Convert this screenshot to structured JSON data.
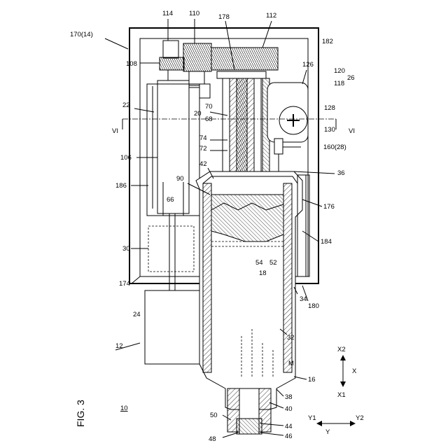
{
  "figure": {
    "title": "FIG. 3",
    "main_label": "10"
  },
  "labels": {
    "l170": "170(14)",
    "l114": "114",
    "l110": "110",
    "l178": "178",
    "l112": "112",
    "l182": "182",
    "l108": "108",
    "l126": "126",
    "l120": "120",
    "l118": "118",
    "l26": "26",
    "l22": "22",
    "l20": "20",
    "l68": "68",
    "l70": "70",
    "l128": "128",
    "lVI_left": "VI",
    "lVI_right": "VI",
    "l130": "130",
    "l74": "74",
    "l72": "72",
    "l106": "106",
    "l42": "42",
    "l160": "160(28)",
    "l36": "36",
    "l90": "90",
    "l186": "186",
    "l66": "66",
    "l176": "176",
    "l30": "30",
    "l184": "184",
    "l54": "54",
    "l52": "52",
    "l18": "18",
    "l174": "174",
    "l180": "180",
    "l34": "34",
    "l24": "24",
    "l32": "32",
    "l12": "12",
    "lM": "M",
    "l16": "16",
    "l38": "38",
    "l40": "40",
    "l50": "50",
    "l44": "44",
    "l48": "48",
    "l46": "46",
    "axis_x1": "X1",
    "axis_x": "X",
    "axis_x2": "X2",
    "axis_y1": "Y1",
    "axis_y": "Y",
    "axis_y2": "Y2"
  }
}
